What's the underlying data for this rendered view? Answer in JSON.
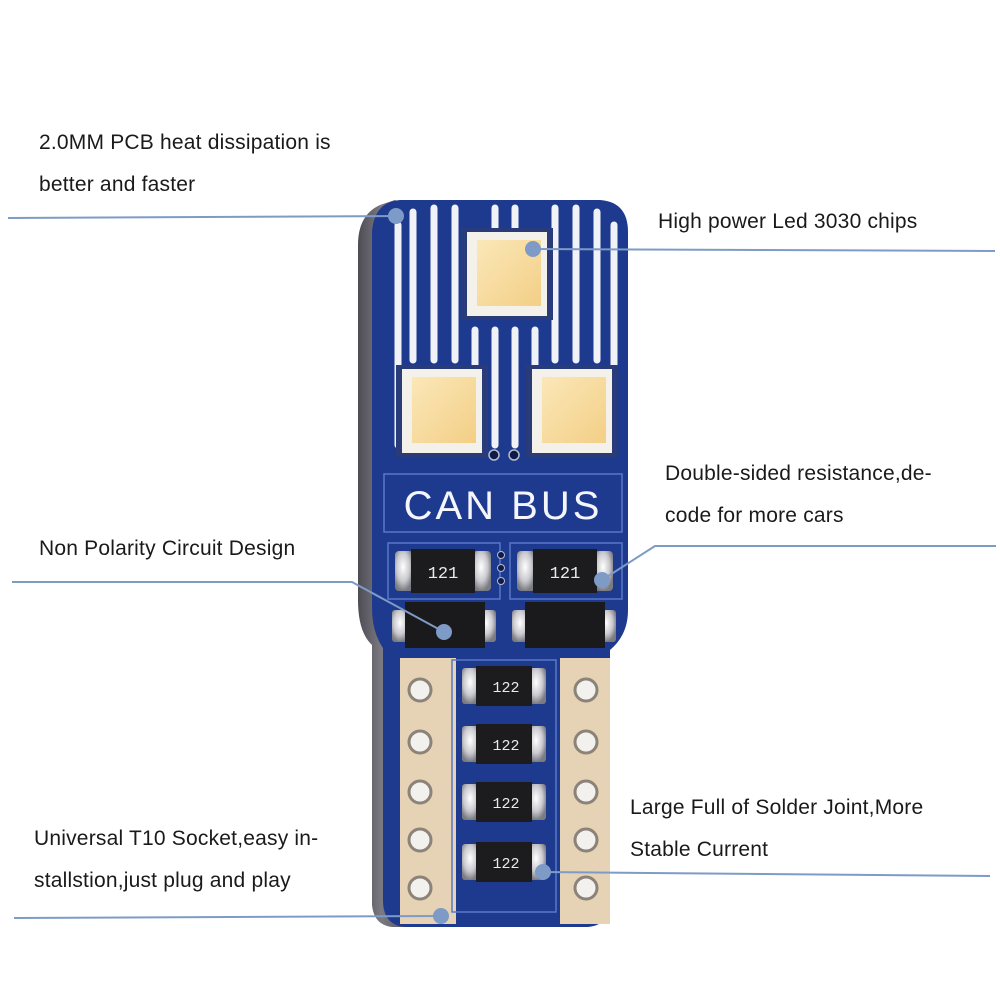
{
  "annotations": {
    "pcb": {
      "line1": "2.0MM PCB heat dissipation is",
      "line2": "better and faster"
    },
    "led": {
      "line1": "High power Led 3030 chips"
    },
    "resistance": {
      "line1": "Double-sided resistance,de-",
      "line2": "code for more cars"
    },
    "polarity": {
      "line1": "Non Polarity Circuit Design"
    },
    "solder": {
      "line1": "Large Full of Solder Joint,More",
      "line2": "Stable Current"
    },
    "socket": {
      "line1": "Universal T10 Socket,easy in-",
      "line2": "stallstion,just plug and play"
    }
  },
  "board": {
    "title": "CAN BUS",
    "resistor_top_left": "121",
    "resistor_top_right": "121",
    "resistor_column": [
      "122",
      "122",
      "122",
      "122"
    ]
  },
  "colors": {
    "pcb_blue": "#1d3a8f",
    "pcb_edge": "#6a6870",
    "trace_white": "#f2f3f8",
    "led_yellow": "#f7dca0",
    "pad_gold": "#e6d2b5",
    "leader_line": "#7e9bc7"
  }
}
